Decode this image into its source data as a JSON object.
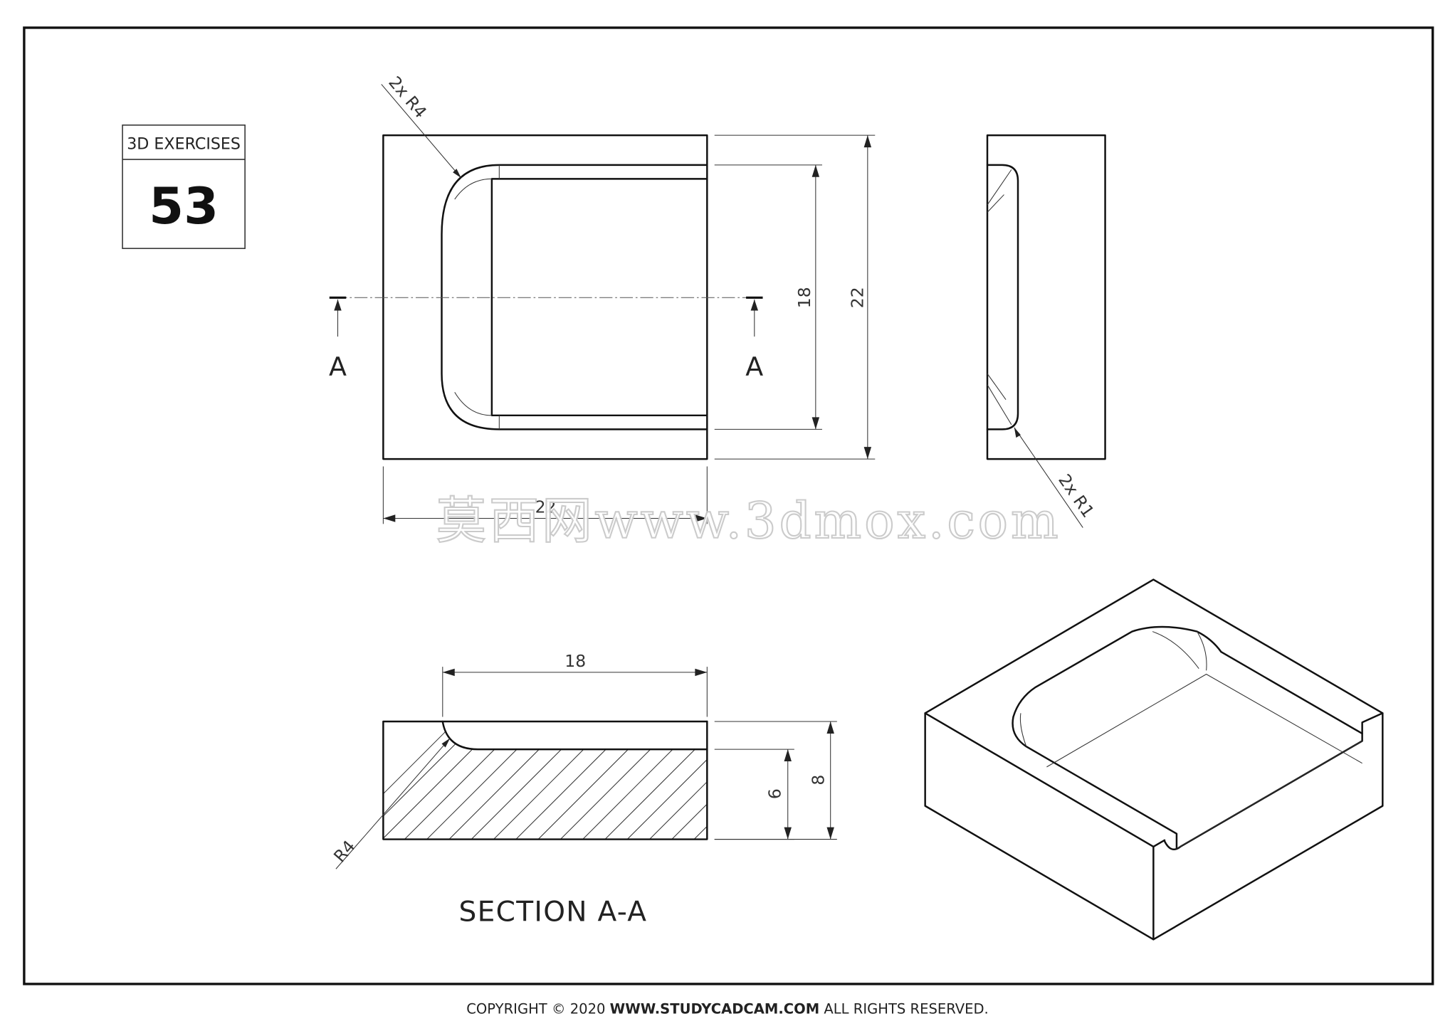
{
  "badge": {
    "header": "3D EXERCISES",
    "number": "53"
  },
  "top_view": {
    "leader_callout": "2x R4",
    "section_mark_left": "A",
    "section_mark_right": "A",
    "dim_inner_height": "18",
    "dim_outer_height": "22",
    "dim_width": "22"
  },
  "side_view": {
    "leader_callout": "2x R1"
  },
  "section_view": {
    "dim_top_width": "18",
    "dim_pocket_depth": "6",
    "dim_total_height": "8",
    "leader_radius": "R4",
    "title": "SECTION A-A"
  },
  "watermark": {
    "text": "莫西网www.3dmox.com"
  },
  "footer": {
    "prefix": "COPYRIGHT © 2020",
    "link": "WWW.STUDYCADCAM.COM",
    "suffix": "ALL RIGHTS RESERVED."
  }
}
